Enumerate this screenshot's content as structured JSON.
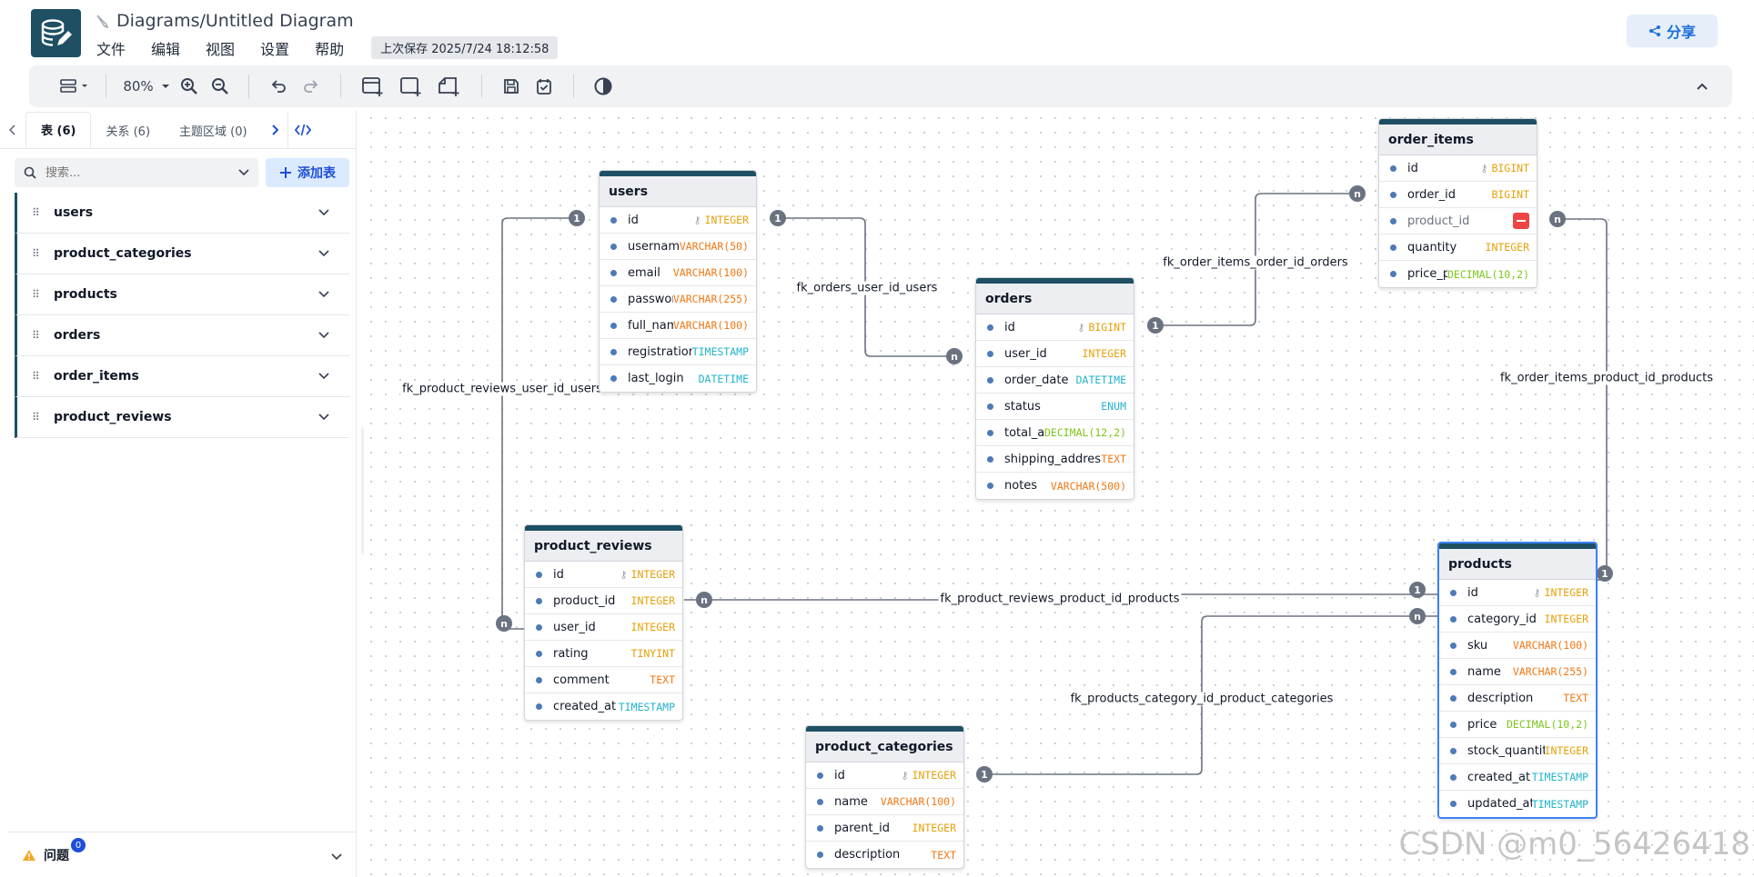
{
  "header": {
    "title": "Diagrams/Untitled Diagram",
    "menu": [
      "文件",
      "编辑",
      "视图",
      "设置",
      "帮助"
    ],
    "saved": "上次保存 2025/7/24 18:12:58",
    "share": "分享"
  },
  "toolbar": {
    "zoom": "80%",
    "icons": [
      "layout-icon",
      "zoom-in-icon",
      "zoom-out-icon",
      "undo-icon",
      "redo-icon",
      "add-table-icon",
      "add-area-icon",
      "add-note-icon",
      "save-icon",
      "todo-icon",
      "theme-icon"
    ]
  },
  "sidebar": {
    "tabs": [
      "表 (6)",
      "关系 (6)",
      "主题区域 (0)"
    ],
    "search_placeholder": "搜索...",
    "add_table": "添加表",
    "tables": [
      "users",
      "product_categories",
      "products",
      "orders",
      "order_items",
      "product_reviews"
    ],
    "issues": "问题",
    "issues_count": "0"
  },
  "tables": {
    "users": {
      "name": "users",
      "fields": [
        {
          "name": "id",
          "type": "INTEGER",
          "pk": true,
          "cls": "c-int"
        },
        {
          "name": "username",
          "type": "VARCHAR(50)",
          "cls": "c-var"
        },
        {
          "name": "email",
          "type": "VARCHAR(100)",
          "cls": "c-var"
        },
        {
          "name": "passwor...",
          "type": "VARCHAR(255)",
          "cls": "c-var"
        },
        {
          "name": "full_name",
          "type": "VARCHAR(100)",
          "cls": "c-var"
        },
        {
          "name": "registration...",
          "type": "TIMESTAMP",
          "cls": "c-date"
        },
        {
          "name": "last_login",
          "type": "DATETIME",
          "cls": "c-date"
        }
      ]
    },
    "orders": {
      "name": "orders",
      "fields": [
        {
          "name": "id",
          "type": "BIGINT",
          "pk": true,
          "cls": "c-int"
        },
        {
          "name": "user_id",
          "type": "INTEGER",
          "cls": "c-int"
        },
        {
          "name": "order_date",
          "type": "DATETIME",
          "cls": "c-date"
        },
        {
          "name": "status",
          "type": "ENUM",
          "cls": "c-date"
        },
        {
          "name": "total_a...",
          "type": "DECIMAL(12,2)",
          "cls": "c-dec"
        },
        {
          "name": "shipping_address",
          "type": "TEXT",
          "cls": "c-text"
        },
        {
          "name": "notes",
          "type": "VARCHAR(500)",
          "cls": "c-var"
        }
      ]
    },
    "order_items": {
      "name": "order_items",
      "fields": [
        {
          "name": "id",
          "type": "BIGINT",
          "pk": true,
          "cls": "c-int"
        },
        {
          "name": "order_id",
          "type": "BIGINT",
          "cls": "c-int"
        },
        {
          "name": "product_id",
          "type": "",
          "del": true,
          "muted": true,
          "cls": "c-int"
        },
        {
          "name": "quantity",
          "type": "INTEGER",
          "cls": "c-int"
        },
        {
          "name": "price_p...",
          "type": "DECIMAL(10,2)",
          "cls": "c-dec"
        }
      ]
    },
    "product_reviews": {
      "name": "product_reviews",
      "fields": [
        {
          "name": "id",
          "type": "INTEGER",
          "pk": true,
          "cls": "c-int"
        },
        {
          "name": "product_id",
          "type": "INTEGER",
          "cls": "c-int"
        },
        {
          "name": "user_id",
          "type": "INTEGER",
          "cls": "c-int"
        },
        {
          "name": "rating",
          "type": "TINYINT",
          "cls": "c-int"
        },
        {
          "name": "comment",
          "type": "TEXT",
          "cls": "c-text"
        },
        {
          "name": "created_at",
          "type": "TIMESTAMP",
          "cls": "c-date"
        }
      ]
    },
    "product_categories": {
      "name": "product_categories",
      "fields": [
        {
          "name": "id",
          "type": "INTEGER",
          "pk": true,
          "cls": "c-int"
        },
        {
          "name": "name",
          "type": "VARCHAR(100)",
          "cls": "c-var"
        },
        {
          "name": "parent_id",
          "type": "INTEGER",
          "cls": "c-int"
        },
        {
          "name": "description",
          "type": "TEXT",
          "cls": "c-text"
        }
      ]
    },
    "products": {
      "name": "products",
      "fields": [
        {
          "name": "id",
          "type": "INTEGER",
          "pk": true,
          "cls": "c-int"
        },
        {
          "name": "category_id",
          "type": "INTEGER",
          "cls": "c-int"
        },
        {
          "name": "sku",
          "type": "VARCHAR(100)",
          "cls": "c-var"
        },
        {
          "name": "name",
          "type": "VARCHAR(255)",
          "cls": "c-var"
        },
        {
          "name": "description",
          "type": "TEXT",
          "cls": "c-text"
        },
        {
          "name": "price",
          "type": "DECIMAL(10,2)",
          "cls": "c-dec"
        },
        {
          "name": "stock_quantity",
          "type": "INTEGER",
          "cls": "c-int"
        },
        {
          "name": "created_at",
          "type": "TIMESTAMP",
          "cls": "c-date"
        },
        {
          "name": "updated_at",
          "type": "TIMESTAMP",
          "cls": "c-date"
        }
      ]
    }
  },
  "relations": {
    "r1": "fk_orders_user_id_users",
    "r2": "fk_order_items_order_id_orders",
    "r3": "fk_order_items_product_id_products",
    "r4": "fk_product_reviews_user_id_users",
    "r5": "fk_product_reviews_product_id_products",
    "r6": "fk_products_category_id_product_categories"
  },
  "cardinality": {
    "one": "1",
    "many": "n"
  },
  "watermark": "CSDN @m0_56426418"
}
